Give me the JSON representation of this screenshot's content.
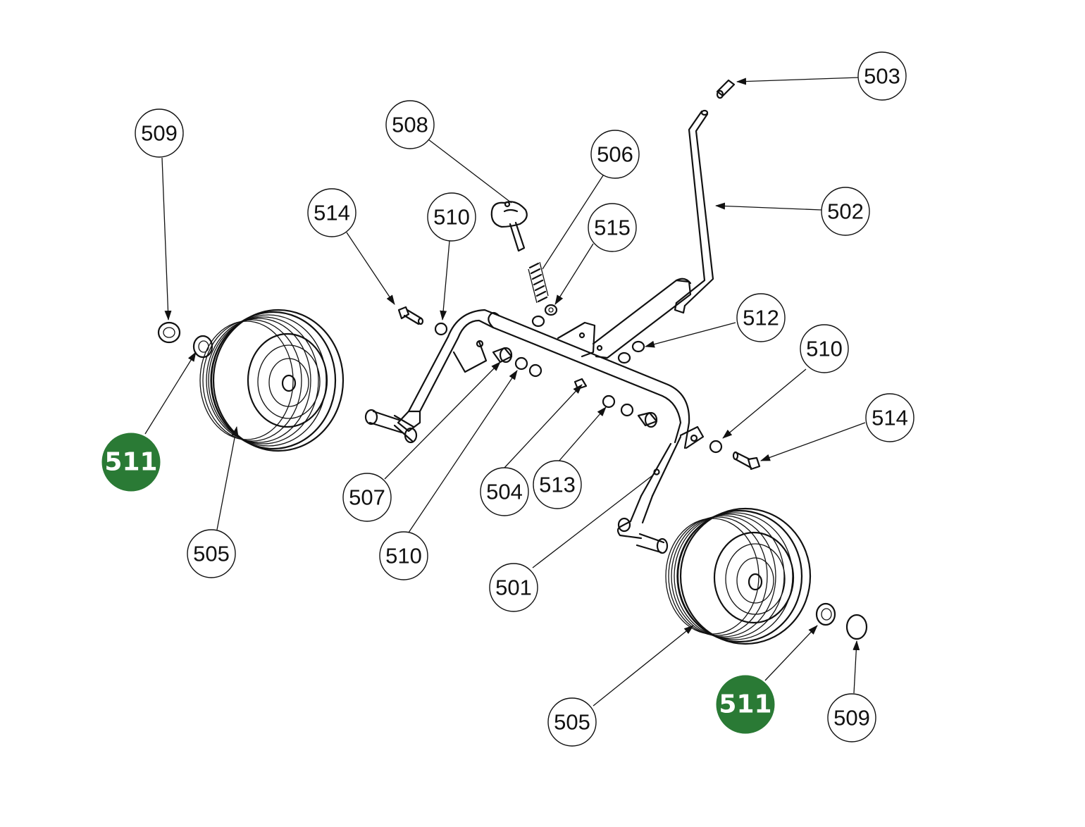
{
  "colors": {
    "highlight": "#2a7a35",
    "line": "#111111",
    "background": "#ffffff"
  },
  "callouts": [
    {
      "label": "503",
      "highlight": false
    },
    {
      "label": "508",
      "highlight": false
    },
    {
      "label": "509",
      "highlight": false
    },
    {
      "label": "506",
      "highlight": false
    },
    {
      "label": "514",
      "highlight": false
    },
    {
      "label": "510",
      "highlight": false
    },
    {
      "label": "515",
      "highlight": false
    },
    {
      "label": "502",
      "highlight": false
    },
    {
      "label": "512",
      "highlight": false
    },
    {
      "label": "510",
      "highlight": false
    },
    {
      "label": "514",
      "highlight": false
    },
    {
      "label": "511",
      "highlight": true
    },
    {
      "label": "507",
      "highlight": false
    },
    {
      "label": "504",
      "highlight": false
    },
    {
      "label": "513",
      "highlight": false
    },
    {
      "label": "505",
      "highlight": false
    },
    {
      "label": "510",
      "highlight": false
    },
    {
      "label": "501",
      "highlight": false
    },
    {
      "label": "505",
      "highlight": false
    },
    {
      "label": "511",
      "highlight": true
    },
    {
      "label": "509",
      "highlight": false
    }
  ]
}
